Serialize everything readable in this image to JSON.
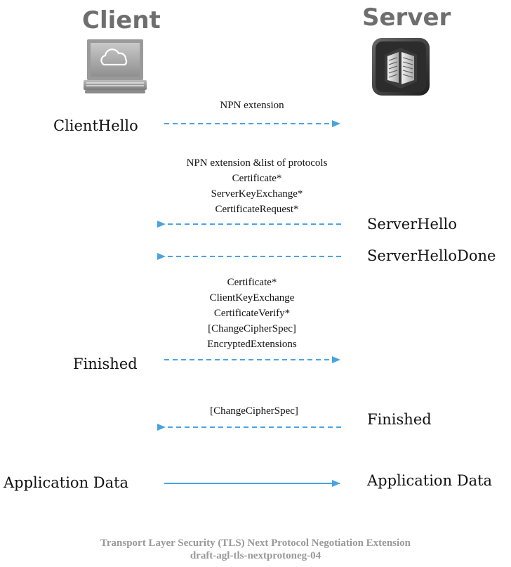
{
  "actors": {
    "client": {
      "title": "Client",
      "icon": "laptop-cloud-icon"
    },
    "server": {
      "title": "Server",
      "icon": "server-rack-icon"
    }
  },
  "messages": [
    {
      "direction": "to-server",
      "style": "dashed",
      "left_label": "ClientHello",
      "right_label": "",
      "lines": [
        "NPN extension"
      ]
    },
    {
      "direction": "to-client",
      "style": "dashed",
      "left_label": "",
      "right_label": "ServerHello",
      "lines": [
        "NPN extension &list of protocols",
        "Certificate*",
        "ServerKeyExchange*",
        "CertificateRequest*"
      ]
    },
    {
      "direction": "to-client",
      "style": "dashed",
      "left_label": "",
      "right_label": "ServerHelloDone",
      "lines": []
    },
    {
      "direction": "to-server",
      "style": "dashed",
      "left_label": "Finished",
      "right_label": "",
      "lines": [
        "Certificate*",
        "ClientKeyExchange",
        "CertificateVerify*",
        "[ChangeCipherSpec]",
        "EncryptedExtensions"
      ]
    },
    {
      "direction": "to-client",
      "style": "dashed",
      "left_label": "",
      "right_label": "Finished",
      "lines": [
        "[ChangeCipherSpec]"
      ]
    },
    {
      "direction": "to-server",
      "style": "solid",
      "left_label": "Application Data",
      "right_label": "Application Data",
      "lines": []
    }
  ],
  "footer": {
    "line1": "Transport Layer Security (TLS) Next Protocol Negotiation Extension",
    "line2": "draft-agl-tls-nextprotoneg-04"
  },
  "colors": {
    "arrow": "#4aa3e0",
    "heading": "#6e6e6e",
    "footer": "#999999"
  }
}
